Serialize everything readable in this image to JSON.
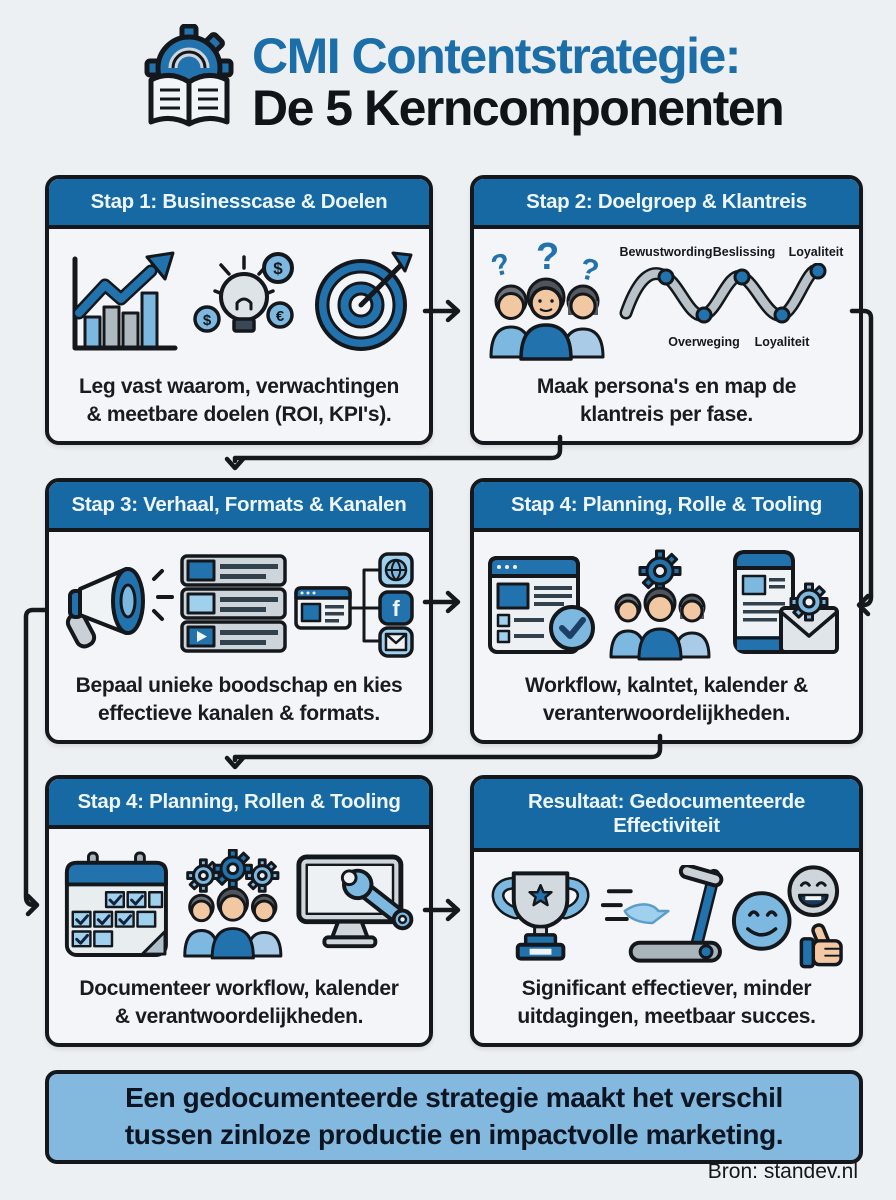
{
  "header": {
    "title_line1": "CMI Contentstrategie:",
    "title_line2": "De 5 Kerncomponenten",
    "icon": "gear-book-icon"
  },
  "cards": [
    {
      "header": "Stap 1: Businesscase & Doelen",
      "text": "Leg vast waarom, verwachtingen\n& meetbare doelen (ROI, KPI's).",
      "icons": [
        "growth-chart-icon",
        "idea-money-icon",
        "target-icon"
      ],
      "currency": {
        "dollar": "$",
        "euro": "€"
      }
    },
    {
      "header": "Stap 2: Doelgroep & Klantreis",
      "text": "Maak persona's en map de\nklantreis per fase.",
      "icons": [
        "personas-icon",
        "customer-journey-map"
      ],
      "question_mark": "?",
      "journey": {
        "top_labels": [
          "Bewustwording",
          "Beslissing",
          "Loyaliteit"
        ],
        "bottom_labels": [
          "Overweging",
          "Loyaliteit"
        ]
      }
    },
    {
      "header": "Stap 3: Verhaal, Formats & Kanalen",
      "text": "Bepaal unieke boodschap en kies\neffectieve kanalen & formats.",
      "icons": [
        "megaphone-icon",
        "content-formats-icon",
        "channels-icon"
      ],
      "facebook_letter": "f"
    },
    {
      "header": "Stap 4: Planning, Rolle & Tooling",
      "text": "Workflow, kalntet, kalender &\nveranterwoordelijkheden.",
      "icons": [
        "checklist-doc-icon",
        "team-gear-icon",
        "mobile-mail-gear-icon"
      ]
    },
    {
      "header": "Stap 4: Planning, Rollen & Tooling",
      "text": "Documenteer workflow, kalender\n& verantwoordelijkheden.",
      "icons": [
        "calendar-icon",
        "team-gears-icon",
        "monitor-wrench-icon"
      ]
    },
    {
      "header": "Resultaat: Gedocumenteerde\nEffectiviteit",
      "text": "Significant effectiever, minder\nuitdagingen, meetbaar succes.",
      "icons": [
        "trophy-icon",
        "treadmill-icon",
        "smileys-thumbsup-icon"
      ]
    }
  ],
  "banner": {
    "text": "Een gedocumenteerde strategie maakt het verschil\ntussen zinloze productie en impactvolle marketing."
  },
  "footer": {
    "source": "Bron: standev.nl"
  },
  "colors": {
    "background": "#edf0f3",
    "card_bg": "#f3f5f8",
    "outline": "#14181c",
    "header_blue": "#1769a4",
    "title_blue": "#1c6ea9",
    "accent_blue": "#2273ad",
    "light_blue": "#7db8e0",
    "banner_blue": "#83b9de"
  }
}
